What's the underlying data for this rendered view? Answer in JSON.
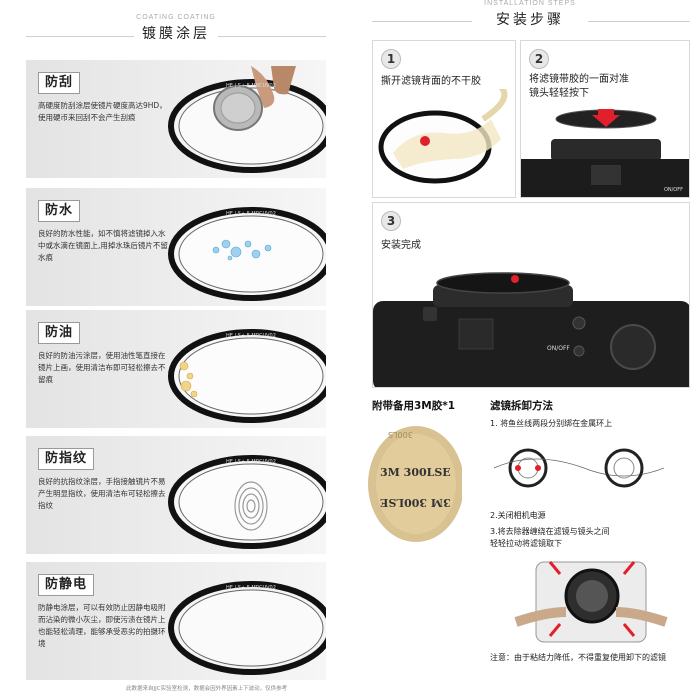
{
  "left": {
    "header_en": "COATING COATING",
    "header_cn": "镀膜涂层",
    "rows": [
      {
        "title": "防刮",
        "desc": "高硬度防刮涂层使镜片硬度高达9HD，使用硬币来回刮不会产生刮痕"
      },
      {
        "title": "防水",
        "desc": "良好的防水性能，如不慎将滤镜掉入水中或水滴在镜面上,用掉水珠后镜片不留水痕"
      },
      {
        "title": "防油",
        "desc": "良好的防油污涂层，使用油性笔直接在镜片上画，使用清洁布即可轻松擦去不留痕"
      },
      {
        "title": "防指纹",
        "desc": "良好的抗指纹涂层，手指接触镜片不易产生明显指纹，使用清洁布可轻松擦去指纹"
      },
      {
        "title": "防静电",
        "desc": "防静电涂层，可以有效防止因静电吸附而沾染的微小灰尘，即使污渍在镜片上也能轻松清理，能够承受恶劣的拍摄环境"
      }
    ],
    "ring_text": "HE | S+ F-MRCUV02",
    "footnote": "此数据来自JJC实验室检测，数据会因外界因素上下波动，仅供参考"
  },
  "right": {
    "header_en": "INSTALLATION STEPS",
    "header_cn": "安装步骤",
    "steps": [
      {
        "num": "1",
        "text": "撕开滤镜背面的不干胶"
      },
      {
        "num": "2",
        "text_line1": "将滤镜带胶的一面对准",
        "text_line2": "镜头轻轻按下"
      },
      {
        "num": "3",
        "text": "安装完成"
      }
    ],
    "camera_label": "ON/OFF",
    "camera_label_small": "ON/OFF",
    "spare_title": "附带备用3M胶*1",
    "tape_text_1": "3M 300LSE",
    "tape_text_2": "3M 300LSE",
    "tape_text_3": "300LS",
    "removal_title": "滤镜拆卸方法",
    "removal_steps": {
      "s1": "1. 将鱼丝线两段分别绑在金属环上",
      "s2": "2.关闭相机电源",
      "s3_line1": "3.将去除器缠绕在滤镜与镜头之间",
      "s3_line2": "轻轻拉动将滤镜取下"
    },
    "note": "注意：由于粘结力降低，不得重复使用卸下的滤镜"
  },
  "colors": {
    "accent_red": "#e0202a",
    "panel_border": "#d8d8d8",
    "row_bg": "#e8e8e8",
    "ring": "#1a1a1a"
  }
}
